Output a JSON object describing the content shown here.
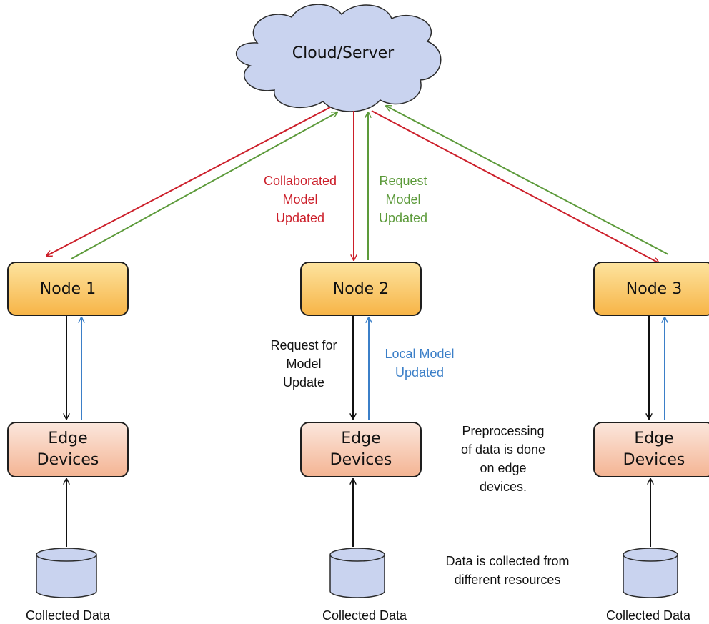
{
  "cloud": {
    "label": "Cloud/Server"
  },
  "nodes": [
    {
      "label": "Node 1"
    },
    {
      "label": "Node 2"
    },
    {
      "label": "Node 3"
    }
  ],
  "edge_devices": [
    {
      "line1": "Edge",
      "line2": "Devices"
    },
    {
      "line1": "Edge",
      "line2": "Devices"
    },
    {
      "line1": "Edge",
      "line2": "Devices"
    }
  ],
  "data_sources": [
    {
      "label": "Collected Data"
    },
    {
      "label": "Collected Data"
    },
    {
      "label": "Collected Data"
    }
  ],
  "annotations": {
    "collaborated": [
      "Collaborated",
      "Model",
      "Updated"
    ],
    "request_model": [
      "Request",
      "Model",
      "Updated"
    ],
    "request_for_update": [
      "Request for",
      "Model",
      "Update"
    ],
    "local_model": [
      "Local Model",
      "Updated"
    ],
    "preprocessing": [
      "Preprocessing",
      "of data is done",
      "on edge",
      "devices."
    ],
    "data_collected": [
      "Data is collected from",
      "different resources"
    ]
  },
  "colors": {
    "red_arrow": "#cc1f2a",
    "green_arrow": "#5c9a3a",
    "blue_arrow": "#3b7fc8",
    "black_arrow": "#111111",
    "cloud_fill": "#c9d3ef",
    "node_fill": "#f7b548",
    "edge_fill": "#f4b594",
    "database_fill": "#c9d3ef"
  }
}
